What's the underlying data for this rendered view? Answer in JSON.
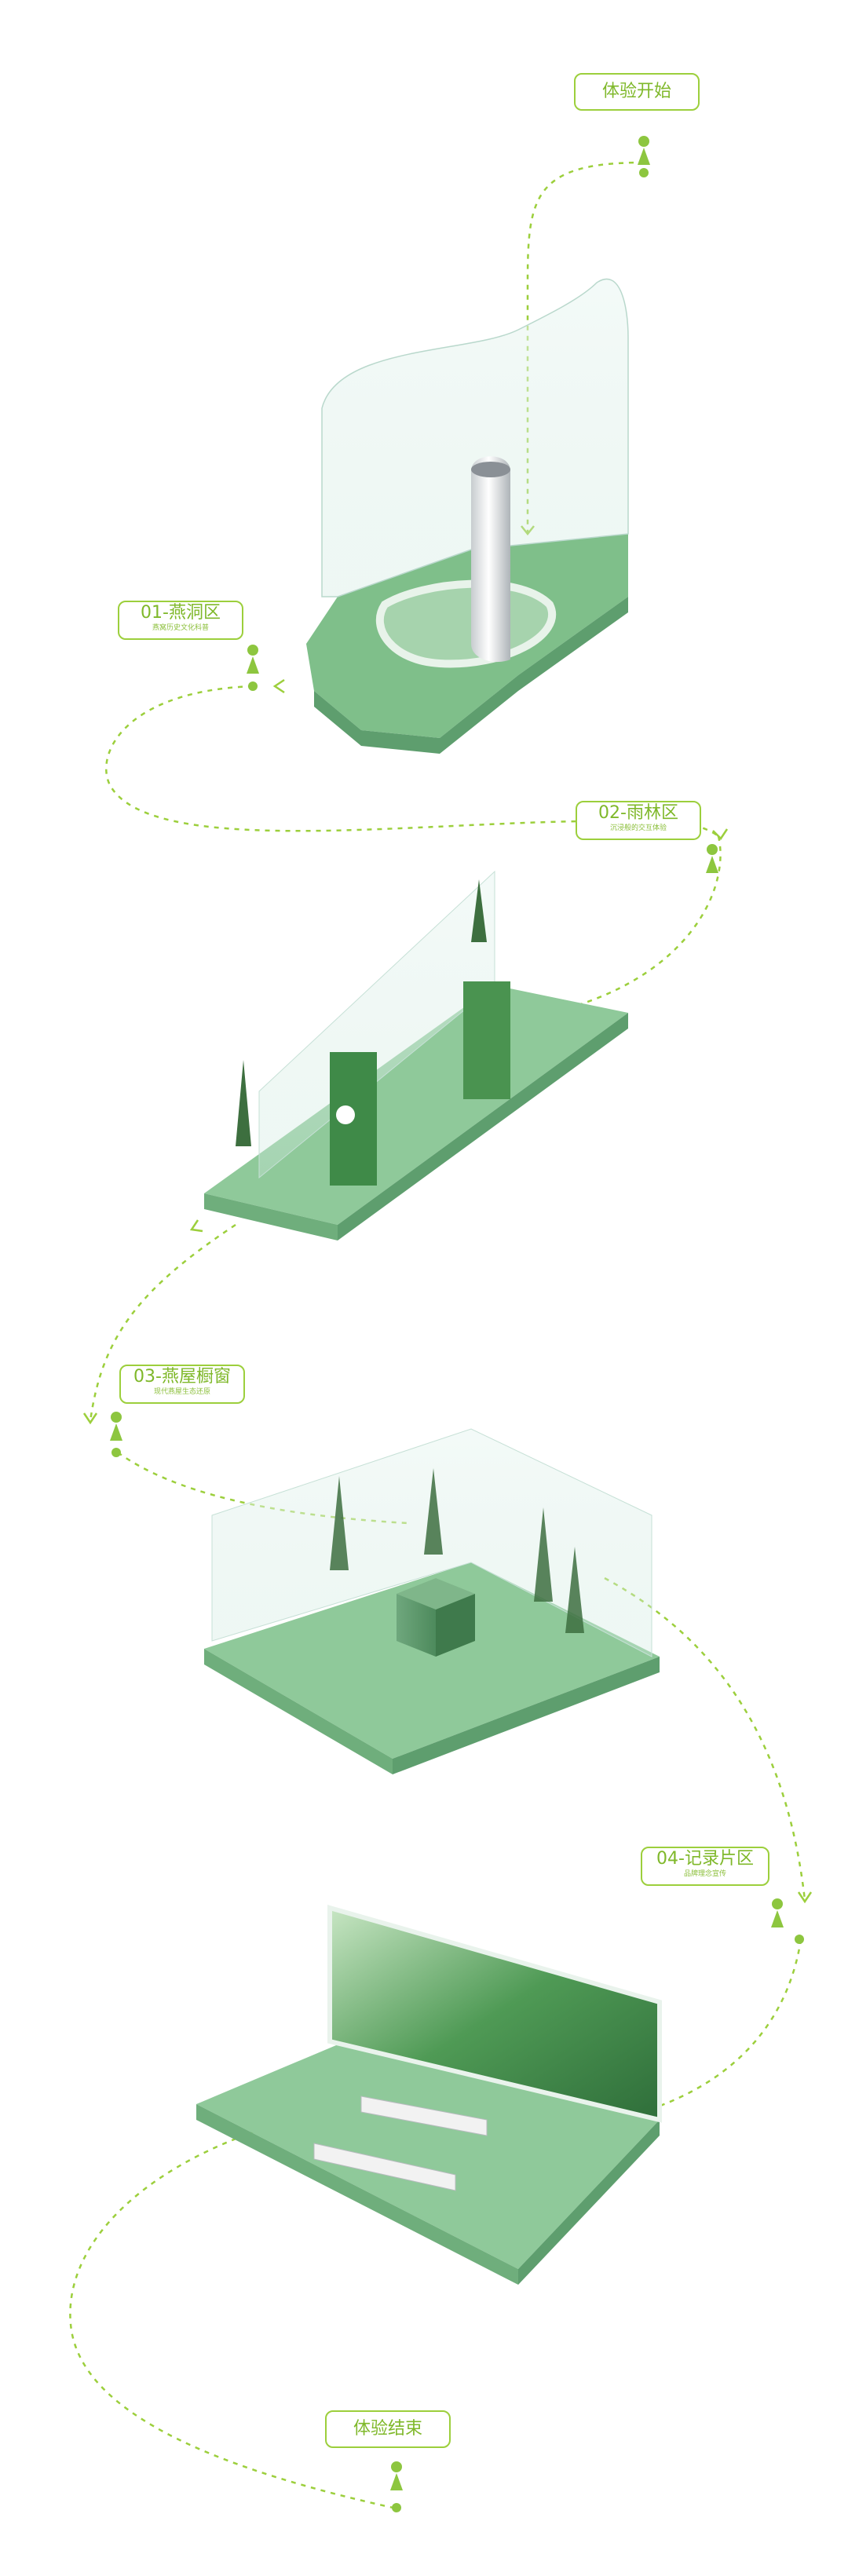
{
  "labels": {
    "start": "体验开始",
    "end": "体验结束",
    "zones": [
      {
        "title": "01-燕洞区",
        "subtitle": "燕窝历史文化科普"
      },
      {
        "title": "02-雨林区",
        "subtitle": "沉浸般的交互体验"
      },
      {
        "title": "03-燕屋橱窗",
        "subtitle": "现代燕屋生态还原"
      },
      {
        "title": "04-记录片区",
        "subtitle": "品牌理念宣传"
      }
    ]
  },
  "colors": {
    "accent": "#8dc63f",
    "platform": "#8fc99a",
    "platform_dark": "#5e9e6e",
    "glass": "#dcefe9"
  }
}
